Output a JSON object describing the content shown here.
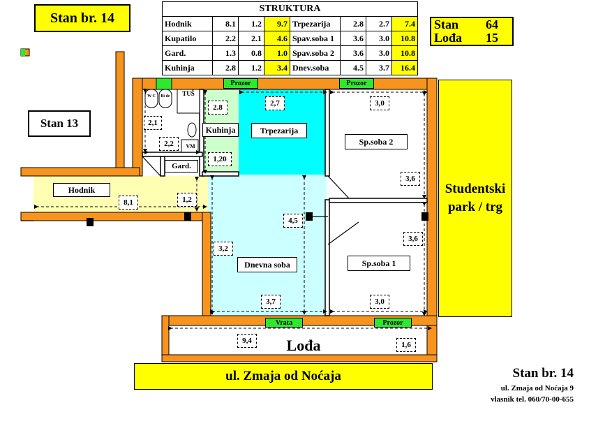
{
  "title": "Stan br. 14",
  "structure": {
    "header": "STRUKTURA",
    "rows": [
      {
        "a_name": "Hodnik",
        "a_w": "8.1",
        "a_h": "1.2",
        "a_area": "9.7",
        "b_name": "Trpezarija",
        "b_w": "2.8",
        "b_h": "2.7",
        "b_area": "7.4"
      },
      {
        "a_name": "Kupatilo",
        "a_w": "2.2",
        "a_h": "2.1",
        "a_area": "4.6",
        "b_name": "Spav.soba 1",
        "b_w": "3.6",
        "b_h": "3.0",
        "b_area": "10.8"
      },
      {
        "a_name": "Gard.",
        "a_w": "1.3",
        "a_h": "0.8",
        "a_area": "1.0",
        "b_name": "Spav.soba 2",
        "b_w": "3.6",
        "b_h": "3.0",
        "b_area": "10.8"
      },
      {
        "a_name": "Kuhinja",
        "a_w": "2.8",
        "a_h": "1.2",
        "a_area": "3.4",
        "b_name": "Dnev.soba",
        "b_w": "4.5",
        "b_h": "3.7",
        "b_area": "16.4"
      }
    ]
  },
  "totals": {
    "stan_label": "Stan",
    "stan_value": "64",
    "loda_label": "Lođa",
    "loda_value": "15"
  },
  "rooms": {
    "stan13": "Stan 13",
    "hodnik": "Hodnik",
    "kuhinja": "Kuhinja",
    "trpezarija": "Trpezarija",
    "sp_soba_2": "Sp.soba 2",
    "sp_soba_1": "Sp.soba 1",
    "dnevna_soba": "Dnevna soba",
    "gard": "Gard.",
    "loda": "Lođa",
    "vm": "VM",
    "tus": "TUŠ",
    "wc": "W C",
    "bide": "Bi de"
  },
  "openings": {
    "prozor": "Prozor",
    "vrata": "Vrata"
  },
  "dimensions": {
    "d28": "2.8",
    "d27": "2,7",
    "d30_top": "3,0",
    "d21": "2,1",
    "d22": "2,2",
    "d120": "1,20",
    "d36_a": "3,6",
    "d36_b": "3,6",
    "d81": "8,1",
    "d12": "1,2",
    "d45": "4,5",
    "d32": "3,2",
    "d37": "3,7",
    "d30_bot": "3,0",
    "d94": "9,4",
    "d16": "1,6"
  },
  "park": "Studentski park / trg",
  "street": "ul. Zmaja od Noćaja",
  "info": {
    "title": "Stan br. 14",
    "address": "ul. Zmaja od Noćaja 9",
    "contact": "vlasnik tel. 060/70-00-655"
  },
  "colors": {
    "wall": "#f7941d",
    "yellow": "#ffff00",
    "hallway": "#ffffb3",
    "cyan": "#00ffff",
    "light_cyan": "#ccffff",
    "light_green": "#ccffcc",
    "green": "#2ee82e"
  }
}
